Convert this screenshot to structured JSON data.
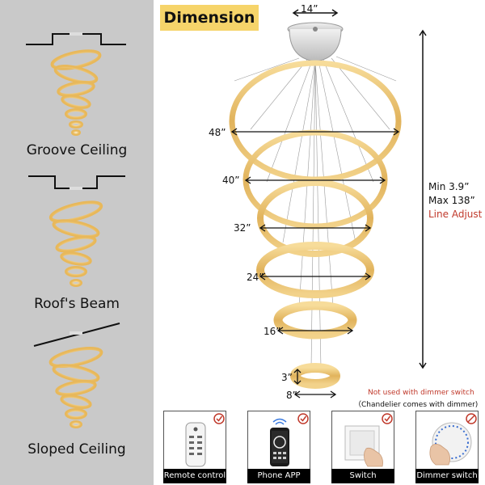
{
  "header": {
    "title": "Dimension"
  },
  "ceilings": [
    {
      "label": "Groove Ceiling"
    },
    {
      "label": "Roof's Beam"
    },
    {
      "label": "Sloped Ceiling"
    }
  ],
  "dimensions": {
    "canopy": "14”",
    "rings": [
      "48”",
      "40”",
      "32”",
      "24”",
      "16”"
    ],
    "bottom_height": "3”",
    "bottom_width": "8”"
  },
  "height": {
    "min": "Min 3.9”",
    "max": "Max 138”",
    "adjust": "Line Adjust"
  },
  "notes": {
    "dimmer_warning": "Not used with dimmer switch",
    "dimmer_included": "（Chandelier comes with dimmer)"
  },
  "controls": [
    {
      "label": "Remote control"
    },
    {
      "label": "Phone APP"
    },
    {
      "label": "Switch"
    },
    {
      "label": "Dimmer switch"
    }
  ],
  "colors": {
    "panel": "#c9c9c9",
    "badge": "#f6d46a",
    "accent": "#c0392b",
    "crystal": "#e8c170"
  }
}
